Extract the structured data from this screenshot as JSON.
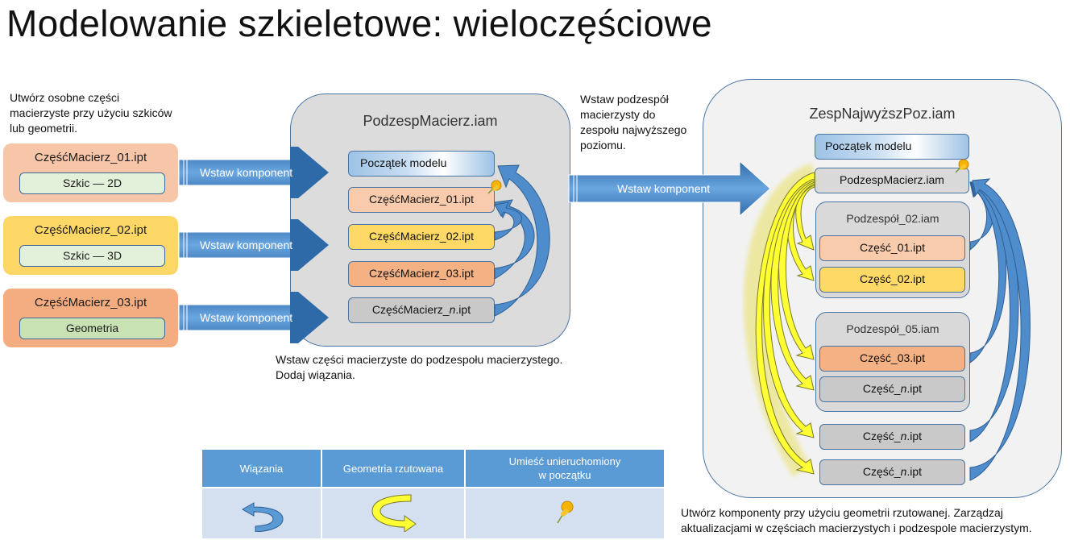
{
  "title": "Modelowanie szkieletowe: wieloczęściowe",
  "notes": {
    "left_top": [
      "Utwórz osobne części",
      "macierzyste przy użyciu szkiców",
      "lub geometrii."
    ],
    "middle_bottom": [
      "Wstaw części macierzyste do podzespołu macierzystego.",
      "Dodaj wiązania."
    ],
    "middle_top": [
      "Wstaw podzespół",
      "macierzysty do",
      "zespołu najwyższego",
      "poziomu."
    ],
    "right_bottom": [
      "Utwórz komponenty przy użyciu geometrii rzutowanej. Zarządzaj",
      "aktualizacjami w częściach macierzystych i podzespole macierzystym."
    ]
  },
  "source_parts": [
    {
      "name": "CzęśćMacierz_01.ipt",
      "sub": "Szkic — 2D",
      "color": "#f7c6a8",
      "sub_color": "#e3f0da"
    },
    {
      "name": "CzęśćMacierz_02.ipt",
      "sub": "Szkic — 3D",
      "color": "#fdd766",
      "sub_color": "#e3f0da"
    },
    {
      "name": "CzęśćMacierz_03.ipt",
      "sub": "Geometria",
      "color": "#f4ad80",
      "sub_color": "#c9e2b3"
    }
  ],
  "insert_arrow_label": "Wstaw komponent",
  "skeleton_assembly": {
    "title": "PodzespMacierz.iam",
    "origin": "Początek modelu",
    "parts": [
      {
        "name": "CzęśćMacierz_01.ipt",
        "color": "#f8cbad",
        "grounded": true
      },
      {
        "name": "CzęśćMacierz_02.ipt",
        "color": "#ffd966"
      },
      {
        "name": "CzęśćMacierz_03.ipt",
        "color": "#f4b183"
      },
      {
        "name_prefix": "CzęśćMacierz_",
        "name_italic": "n",
        "name_suffix": ".ipt",
        "color": "#c9c9c9"
      }
    ]
  },
  "top_assembly": {
    "title": "ZespNajwyższPoz.iam",
    "origin": "Początek modelu",
    "skeleton": "PodzespMacierz.iam",
    "subassemblies": [
      {
        "title": "Podzespół_02.iam",
        "parts": [
          {
            "prefix": "Część_01.ipt",
            "italic": "",
            "suffix": "",
            "color": "#f8cbad"
          },
          {
            "prefix": "Część_02.ipt",
            "italic": "",
            "suffix": "",
            "color": "#ffd966"
          }
        ]
      },
      {
        "title": "Podzespół_05.iam",
        "parts": [
          {
            "prefix": "Część_03.ipt",
            "italic": "",
            "suffix": "",
            "color": "#f4b183"
          },
          {
            "prefix": "Część_",
            "italic": "n",
            "suffix": ".ipt",
            "color": "#c9c9c9"
          }
        ]
      }
    ],
    "loose_parts": [
      {
        "prefix": "Część_",
        "italic": "n",
        "suffix": ".ipt",
        "color": "#c9c9c9"
      },
      {
        "prefix": "Część_",
        "italic": "n",
        "suffix": ".ipt",
        "color": "#c9c9c9"
      }
    ]
  },
  "legend": {
    "headers": [
      "Wiązania",
      "Geometria rzutowana",
      "Umieść unieruchomiony w początku"
    ],
    "header3_lines": [
      "Umieść unieruchomiony",
      "w początku"
    ],
    "icons": [
      "constraint-arrow-icon",
      "projected-geometry-arrow-icon",
      "pushpin-icon"
    ]
  },
  "colors": {
    "blue_arrow": "#4a86c5",
    "yellow_arrow": "#ffff33",
    "container_border": "#4a75a3",
    "legend_header": "#5b9bd5",
    "legend_cell": "#d4dff0"
  }
}
